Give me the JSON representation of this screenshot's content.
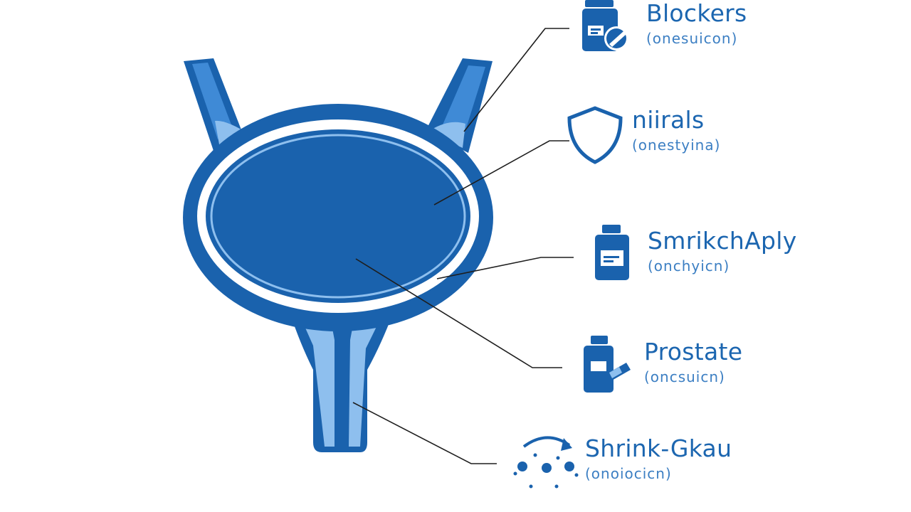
{
  "labels": [
    {
      "title": "Blockers",
      "subtitle": "(onesuicon)",
      "icon": "pill-bottle-icon"
    },
    {
      "title": "niirals",
      "subtitle": "(onestyina)",
      "icon": "shield-icon"
    },
    {
      "title": "SmrikchAply",
      "subtitle": "(onchyicn)",
      "icon": "medicine-bottle-icon"
    },
    {
      "title": "Prostate",
      "subtitle": "(oncsuicn)",
      "icon": "bottle-syringe-icon"
    },
    {
      "title": "Shrink-Gkau",
      "subtitle": "(onoiocicn)",
      "icon": "shrink-cells-icon"
    }
  ],
  "colors": {
    "dark_blue": "#1a62ad",
    "mid_blue": "#3f8ad6",
    "light_blue": "#8ebfee",
    "line": "#1e1e1e"
  }
}
